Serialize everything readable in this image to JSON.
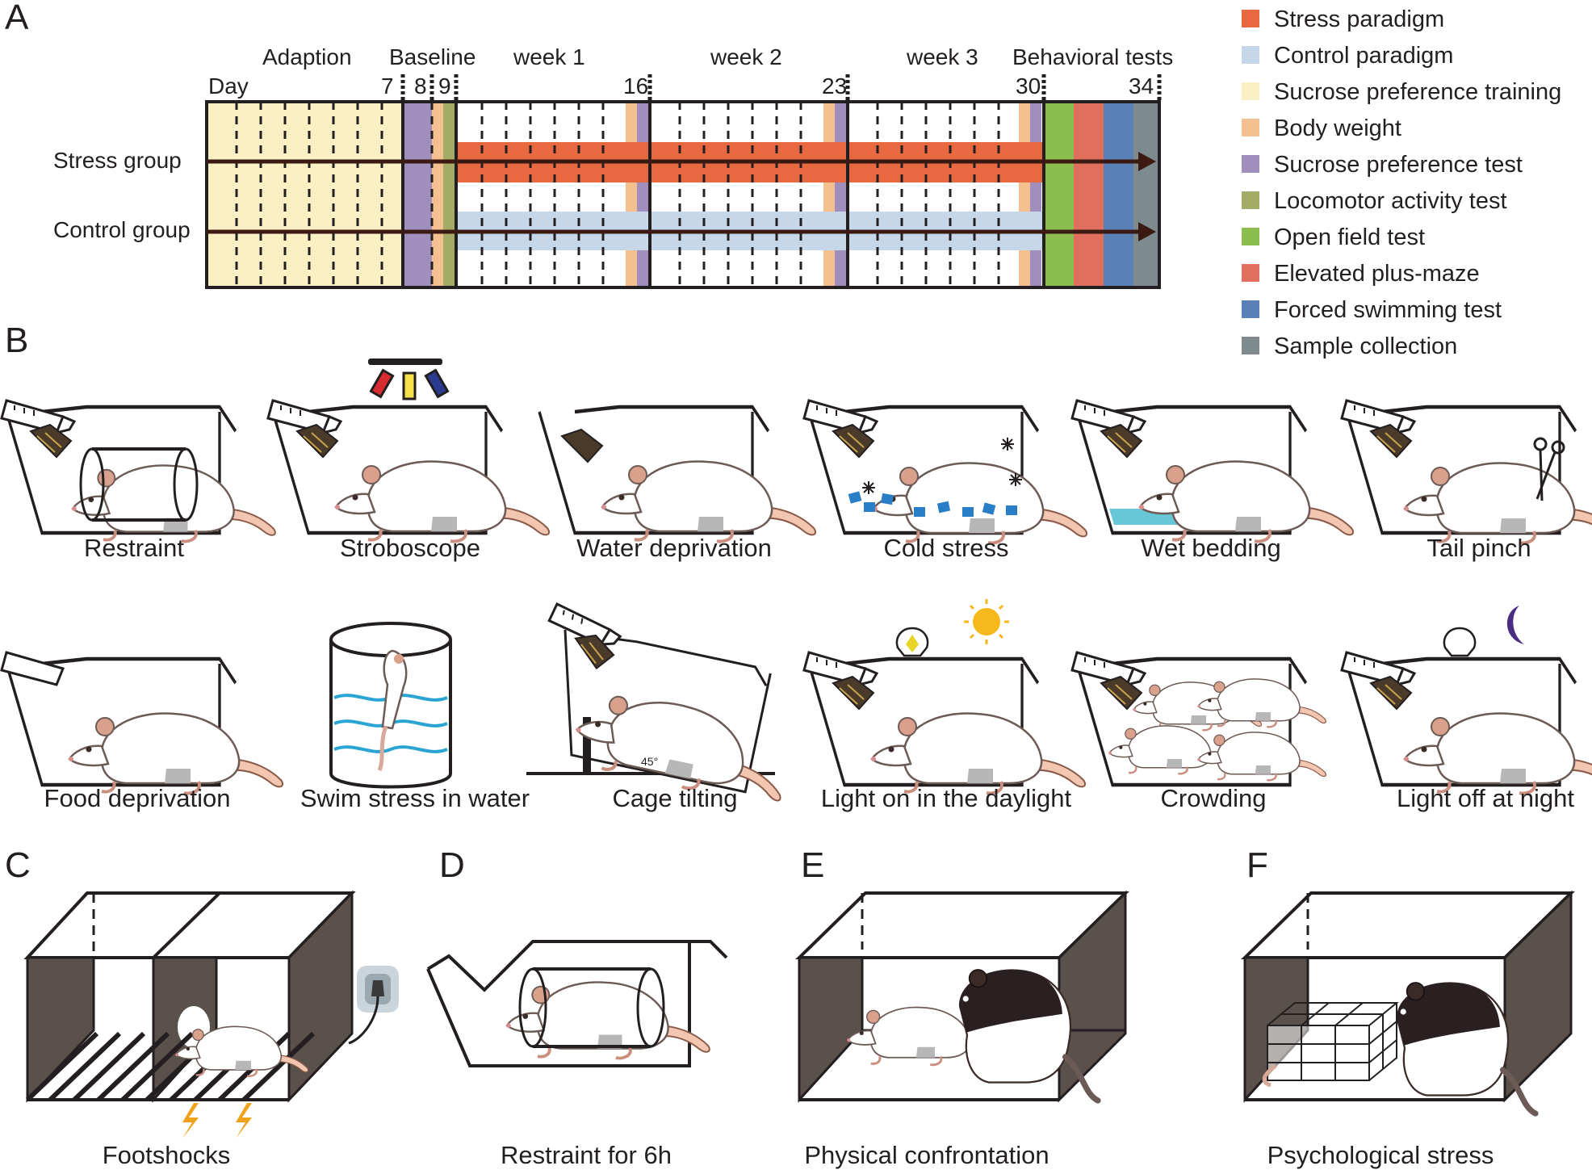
{
  "panels": {
    "a": "A",
    "b": "B",
    "c": "C",
    "d": "D",
    "e": "E",
    "f": "F"
  },
  "timeline": {
    "phase_labels": [
      "Adaption",
      "Baseline",
      "week 1",
      "week 2",
      "week 3",
      "Behavioral tests"
    ],
    "day_word": "Day",
    "day_marks": [
      "7",
      "8",
      "9",
      "16",
      "23",
      "30",
      "34"
    ],
    "groups": [
      "Stress group",
      "Control group"
    ],
    "degree_label": "45°"
  },
  "legend": [
    {
      "label": "Stress paradigm",
      "color": "#e8693f"
    },
    {
      "label": "Control paradigm",
      "color": "#c6d7ea"
    },
    {
      "label": "Sucrose preference training",
      "color": "#faf0c4"
    },
    {
      "label": "Body weight",
      "color": "#f4c08f"
    },
    {
      "label": "Sucrose preference test",
      "color": "#a08fbd"
    },
    {
      "label": "Locomotor activity test",
      "color": "#a4ab67"
    },
    {
      "label": "Open field test",
      "color": "#8cbd4f"
    },
    {
      "label": "Elevated plus-maze",
      "color": "#e06f5e"
    },
    {
      "label": "Forced swimming test",
      "color": "#5a80b8"
    },
    {
      "label": "Sample collection",
      "color": "#7d8b8e"
    }
  ],
  "stressors_row1": [
    "Restraint",
    "Stroboscope",
    "Water deprivation",
    "Cold stress",
    "Wet bedding",
    "Tail pinch"
  ],
  "stressors_row2": [
    "Food deprivation",
    "Swim stress in water",
    "Cage tilting",
    "Light on in the daylight",
    "Crowding",
    "Light off at night"
  ],
  "bottom_captions": [
    "Footshocks",
    "Restraint for 6h",
    "Physical confrontation",
    "Psychological stress"
  ],
  "icons": [
    "cage-icon",
    "rat-icon",
    "water-bottle-icon",
    "restraint-tube-icon",
    "strobe-light-icon",
    "snowflake-icon",
    "ice-block-icon",
    "water-icon",
    "scissors-icon",
    "bucket-icon",
    "light-bulb-icon",
    "sun-icon",
    "moon-icon",
    "power-plug-icon",
    "lightning-icon",
    "grid-cage-icon"
  ]
}
